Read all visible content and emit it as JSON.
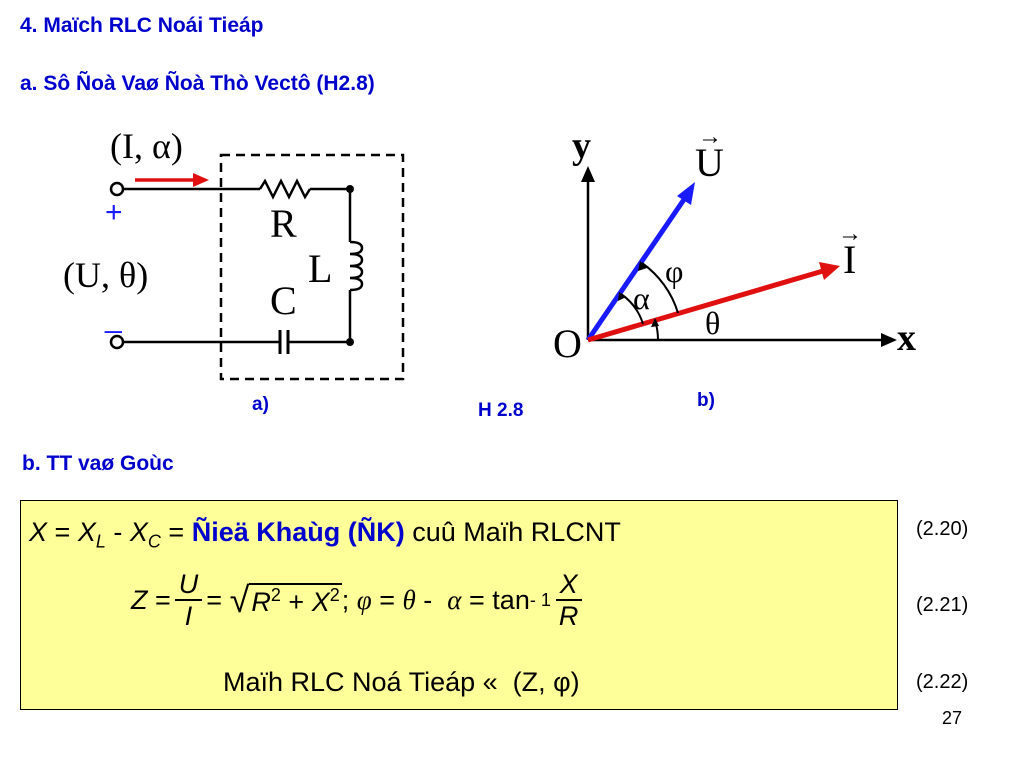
{
  "slide": {
    "section_title": "4. Maïch RLC Noái Tieáp",
    "subsection_a": "a.   Sô Ñoà Vaø Ñoà Thò Vectô (H2.8)",
    "subsection_b": "b. TT vaø Goùc",
    "page_number": "27"
  },
  "circuit": {
    "source_label": "(I, α)",
    "voltage_label": "(U, θ)",
    "plus": "+",
    "minus": "_",
    "r_label": "R",
    "l_label": "L",
    "c_label": "C",
    "caption": "a)"
  },
  "figure_caption": "H 2.8",
  "phasor": {
    "y_label": "y",
    "x_label": "x",
    "origin_label": "O",
    "u_label": "U",
    "i_label": "I",
    "phi_label": "φ",
    "alpha_label": "α",
    "theta_label": "θ",
    "caption": "b)",
    "colors": {
      "u_vector": "#1a1aff",
      "i_vector": "#e01010"
    }
  },
  "equations": {
    "eq1": {
      "lhs_x": "X",
      "eq": "=",
      "xl": "X",
      "xl_sub": "L",
      "minus": "-",
      "xc": "X",
      "xc_sub": "C",
      "eq2": "=",
      "reactance_term": "Ñieä Khaùg (ÑK)",
      "suffix": "cuû Maïh RLCNT",
      "number": "(2.20)"
    },
    "eq2": {
      "z": "Z",
      "eq": "=",
      "u": "U",
      "i": "I",
      "eq2": "=",
      "r": "R",
      "sq1": "2",
      "plus": "+",
      "x": "X",
      "sq2": "2",
      "semicolon": ";",
      "phi": "φ",
      "eq3": "=",
      "theta": "θ",
      "minus": "-",
      "alpha": "α",
      "eq4": "=",
      "tan": "tan",
      "exp": "- 1",
      "fx": "X",
      "fr": "R",
      "number": "(2.21)"
    },
    "eq3": {
      "text": "Maïh RLC Noá Tieáp «",
      "pair": "(Z, φ)",
      "number": "(2.22)"
    }
  },
  "colors": {
    "heading": "#0000cc",
    "box_bg": "#ffff99",
    "reactance_term": "#0000cc"
  }
}
